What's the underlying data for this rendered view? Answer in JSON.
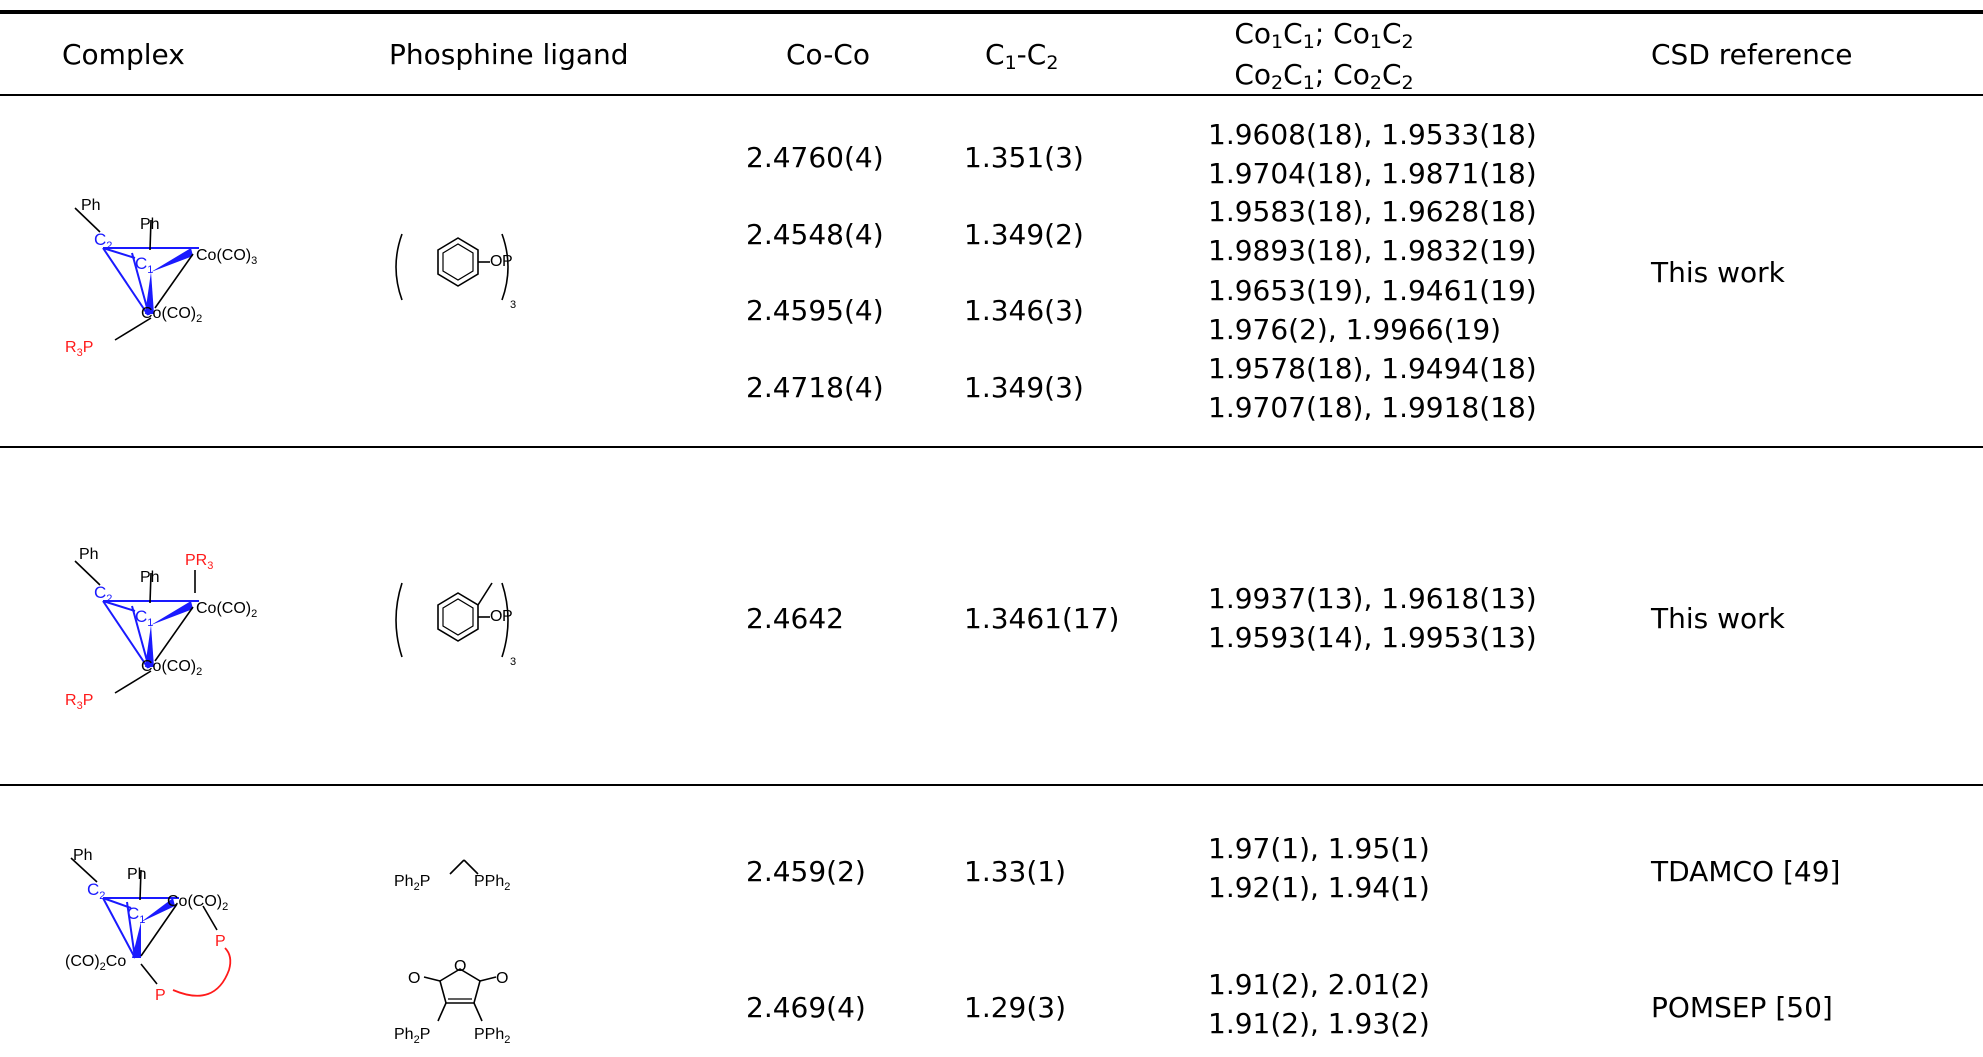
{
  "headers": {
    "complex": "Complex",
    "phosphine": "Phosphine ligand",
    "coco": "Co-Co",
    "c1c2": [
      "C",
      "1",
      "-C",
      "2"
    ],
    "coc_line1": [
      "Co",
      "1",
      "C",
      "1",
      "; Co",
      "1",
      "C",
      "2"
    ],
    "coc_line2": [
      "Co",
      "2",
      "C",
      "1",
      "; Co",
      "2",
      "C",
      "2"
    ],
    "csd": "CSD reference"
  },
  "groups": [
    {
      "csd": "This work",
      "rows": [
        {
          "coco": "2.4760(4)",
          "cc": "1.351(3)",
          "coc": [
            "1.9608(18), 1.9533(18)",
            "1.9704(18), 1.9871(18)"
          ]
        },
        {
          "coco": "2.4548(4)",
          "cc": "1.349(2)",
          "coc": [
            "1.9583(18), 1.9628(18)",
            "1.9893(18), 1.9832(19)"
          ]
        },
        {
          "coco": "2.4595(4)",
          "cc": "1.346(3)",
          "coc": [
            "1.9653(19), 1.9461(19)",
            "1.976(2), 1.9966(19)"
          ]
        },
        {
          "coco": "2.4718(4)",
          "cc": "1.349(3)",
          "coc": [
            "1.9578(18), 1.9494(18)",
            "1.9707(18), 1.9918(18)"
          ]
        }
      ]
    },
    {
      "csd": "This work",
      "rows": [
        {
          "coco": "2.4642",
          "cc": "1.3461(17)",
          "coc": [
            "1.9937(13), 1.9618(13)",
            "1.9593(14), 1.9953(13)"
          ]
        }
      ]
    },
    {
      "rows": [
        {
          "coco": "2.459(2)",
          "cc": "1.33(1)",
          "coc": [
            "1.97(1), 1.95(1)",
            "1.92(1), 1.94(1)"
          ],
          "csd": "TDAMCO [49]"
        },
        {
          "coco": "2.469(4)",
          "cc": "1.29(3)",
          "coc": [
            "1.91(2), 2.01(2)",
            "1.91(2), 1.93(2)"
          ],
          "csd": "POMSEP [50]"
        }
      ]
    }
  ],
  "structures": {
    "ph": "Ph",
    "c": "C",
    "one": "1",
    "two": "2",
    "three": "3",
    "co_co3": "Co(CO)",
    "co_co2": "Co(CO)",
    "r3p_r": "R",
    "p": "P",
    "pr3": "PR",
    "o": "O",
    "co2co": "(CO)",
    "co2co_tail": "Co",
    "ph2p": "Ph",
    "pph2": "PPh",
    "co_word": "Co"
  },
  "colors": {
    "blue": "#1a1aff",
    "red": "#ff1a1a",
    "rule": "#000000"
  }
}
